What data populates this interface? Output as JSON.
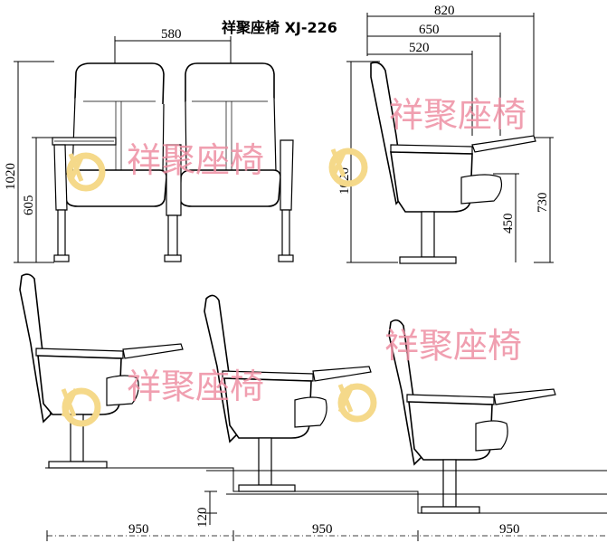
{
  "title": "祥聚座椅 XJ-226",
  "watermark": {
    "text": "祥聚座椅",
    "color": "#ee8fa3",
    "logo_color": "#f5d98a"
  },
  "front_view": {
    "width_label": "580",
    "height_label": "1020",
    "seat_height_label": "605"
  },
  "side_view": {
    "depth_labels": [
      "820",
      "650",
      "520"
    ],
    "height_label": "1020",
    "armrest_height_label": "730",
    "seat_height_label": "450"
  },
  "tiered_view": {
    "step_height_label": "120",
    "row_spacing_labels": [
      "950",
      "950",
      "950"
    ]
  }
}
